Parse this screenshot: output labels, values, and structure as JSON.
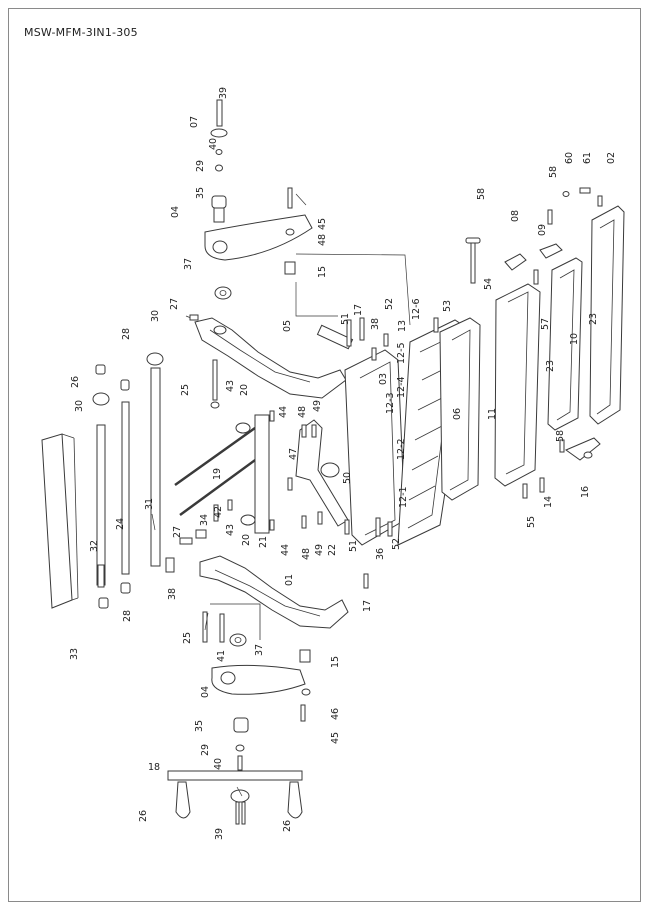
{
  "document": {
    "model_code": "MSW-MFM-3IN1-305"
  },
  "labels": {
    "p39a": "39",
    "p07": "07",
    "p40a": "40",
    "p29a": "29",
    "p35a": "35",
    "p04a": "04",
    "p37a": "37",
    "p45a": "45",
    "p48a": "48",
    "p15a": "15",
    "p27a": "27",
    "p30a": "30",
    "p28a": "28",
    "p26a": "26",
    "p30b": "30",
    "p05": "05",
    "p51a": "51",
    "p17a": "17",
    "p38a": "38",
    "p52a": "52",
    "p13": "13",
    "p12_6": "12-6",
    "p12_5": "12-5",
    "p03": "03",
    "p12_4": "12-4",
    "p12_3": "12-3",
    "p12_2": "12-2",
    "p12_1": "12-1",
    "p53": "53",
    "p58a": "58",
    "p08": "08",
    "p54": "54",
    "p09": "09",
    "p58b": "58",
    "p60": "60",
    "p61": "61",
    "p02": "02",
    "p57": "57",
    "p10": "10",
    "p23a": "23",
    "p23b": "23",
    "p06": "06",
    "p11": "11",
    "p58c": "58",
    "p16": "16",
    "p14": "14",
    "p55": "55",
    "p25a": "25",
    "p43a": "43",
    "p20a": "20",
    "p44a": "44",
    "p48b": "48",
    "p49a": "49",
    "p47": "47",
    "p50": "50",
    "p19": "19",
    "p31": "31",
    "p24": "24",
    "p32": "32",
    "p33": "33",
    "p27b": "27",
    "p34": "34",
    "p42": "42",
    "p43b": "43",
    "p20b": "20",
    "p21": "21",
    "p44b": "44",
    "p48c": "48",
    "p49b": "49",
    "p22": "22",
    "p51b": "51",
    "p36": "36",
    "p52b": "52",
    "p38b": "38",
    "p01": "01",
    "p17b": "17",
    "p28b": "28",
    "p25b": "25",
    "p41": "41",
    "p37b": "37",
    "p15b": "15",
    "p04b": "04",
    "p46": "46",
    "p45b": "45",
    "p35b": "35",
    "p29b": "29",
    "p40b": "40",
    "p18": "18",
    "p26b": "26",
    "p26c": "26",
    "p39b": "39"
  }
}
